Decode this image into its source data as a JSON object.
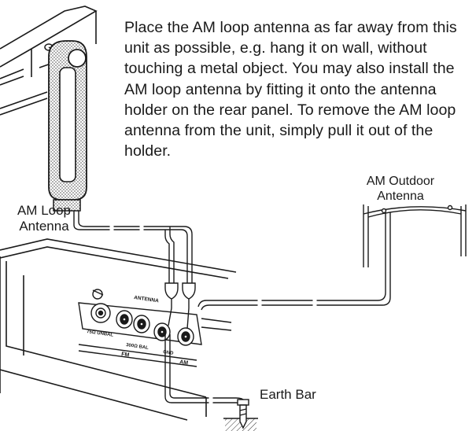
{
  "instruction_text": "Place the AM loop antenna as far away from this unit as possible, e.g. hang it on wall, without touching a metal object. You may also install the AM loop antenna by fitting it onto the antenna holder on the rear panel. To remove the AM loop antenna from the unit, simply pull it out of the holder.",
  "labels": {
    "loop_antenna_line1": "AM Loop",
    "loop_antenna_line2": "Antenna",
    "outdoor_antenna_line1": "AM Outdoor",
    "outdoor_antenna_line2": "Antenna",
    "earth_bar": "Earth Bar"
  },
  "panel_labels": {
    "antenna": "ANTENNA",
    "fm_75": "75Ω UNBAL",
    "fm_300": "300Ω BAL",
    "fm": "FM",
    "gnd": "GND",
    "am": "AM"
  }
}
